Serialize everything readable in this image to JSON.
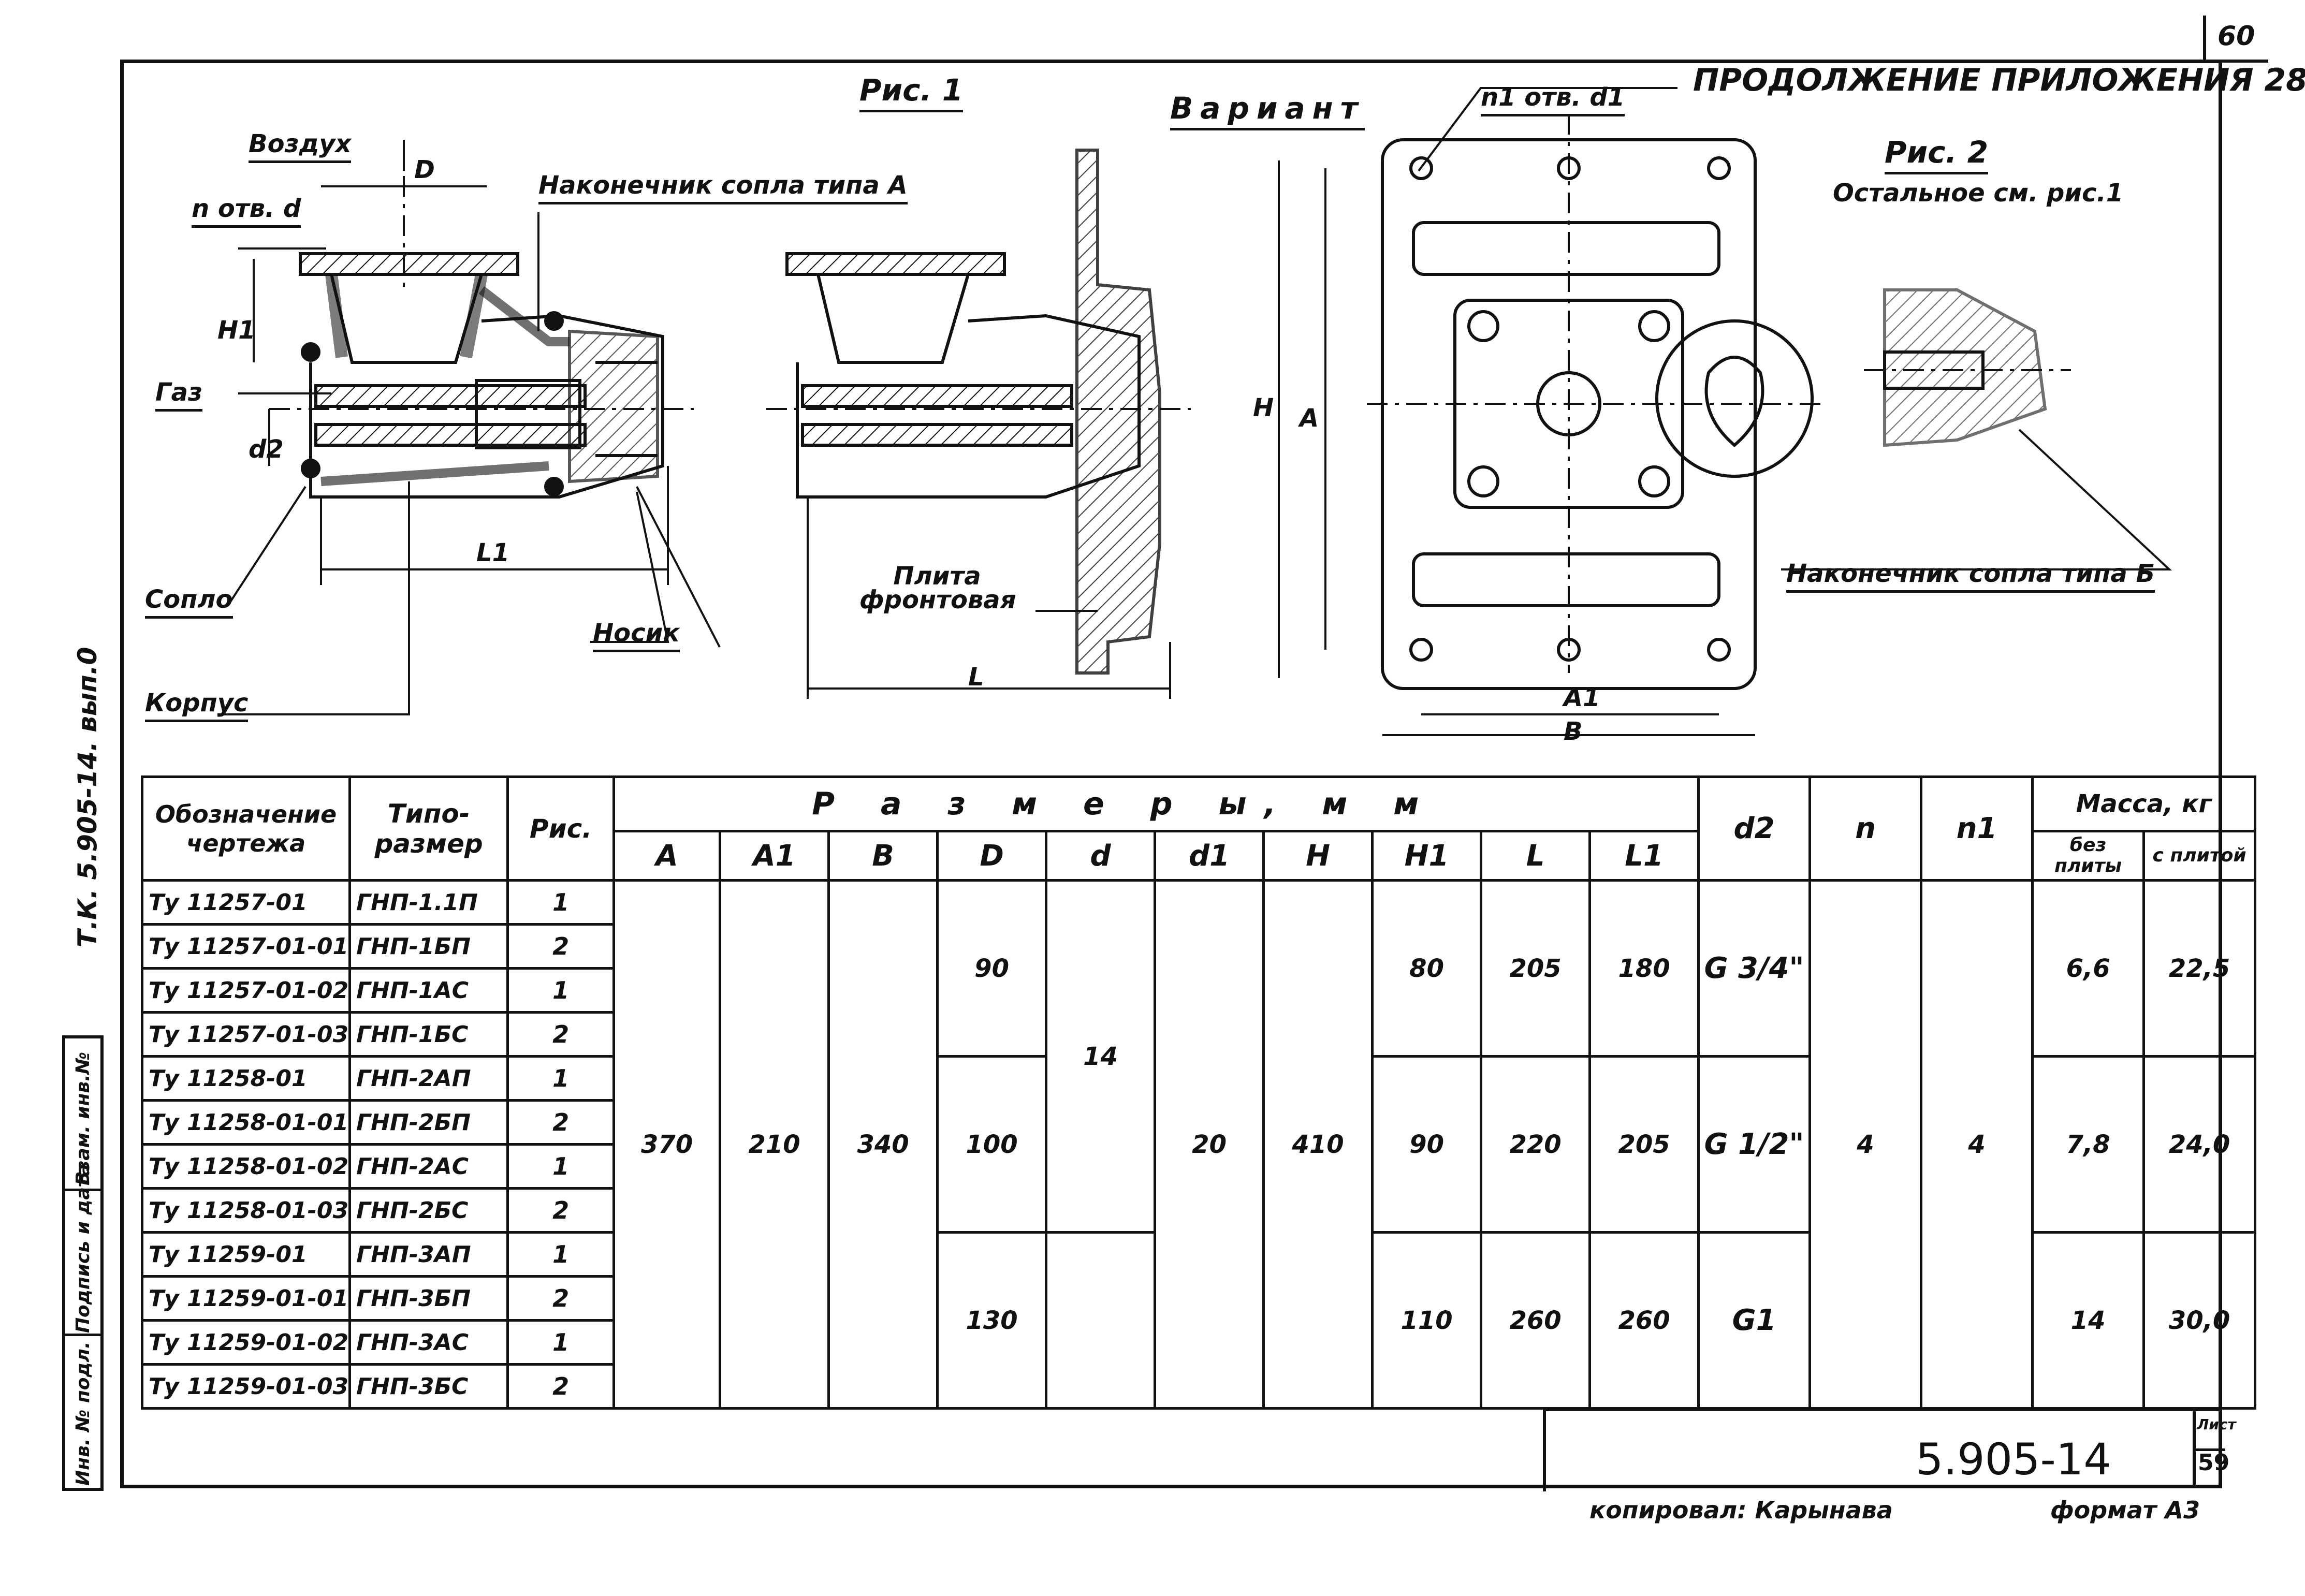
{
  "page": {
    "sheet_number": "60",
    "heading": "ПРОДОЛЖЕНИЕ ПРИЛОЖЕНИЯ 28",
    "side_code": "Т.К. 5.905-14. вып.0",
    "doc_number": "5.905-14",
    "list_label": "Лист",
    "list_number": "59",
    "copied_by": "копировал: Карынава",
    "format": "формат А3"
  },
  "left_stamp": {
    "fields": [
      "Инв. № подл.",
      "Подпись и дата",
      "Взам. инв.№"
    ]
  },
  "figure1": {
    "title": "Рис. 1",
    "labels": {
      "air": "Воздух",
      "D": "D",
      "n_holes": "n отв. d",
      "nozzle_tip": "Наконечник сопла типа А",
      "H1": "H1",
      "gas": "Газ",
      "d2": "d2",
      "L1": "L1",
      "nozzle": "Сопло",
      "spout": "Носик",
      "body": "Корпус"
    }
  },
  "variant": {
    "title": "Вариант",
    "labels": {
      "front_plate": "Плита фронтовая",
      "L": "L",
      "n1_holes": "n1 отв. d1",
      "H": "H",
      "A": "A",
      "A1": "A1",
      "B": "B"
    }
  },
  "figure2": {
    "title": "Рис. 2",
    "note": "Остальное см. рис.1",
    "tip_label": "Наконечник сопла типа Б"
  },
  "table": {
    "headers": {
      "designation": "Обозначение чертежа",
      "typesize": "Типо-размер",
      "fig": "Рис.",
      "dimensions_group": "Р а з м е р ы,    м м",
      "A": "A",
      "A1": "A1",
      "B": "B",
      "D": "D",
      "d": "d",
      "d1": "d1",
      "H": "H",
      "H1": "H1",
      "L": "L",
      "L1": "L1",
      "d2": "d2",
      "n": "n",
      "n1": "n1",
      "mass_group": "Масса,  кг",
      "mass_without": "без плиты",
      "mass_with": "с плитой"
    },
    "rows": [
      {
        "designation": "Ту 11257-01",
        "typesize": "ГНП-1.1П",
        "fig": "1"
      },
      {
        "designation": "Ту 11257-01-01",
        "typesize": "ГНП-1БП",
        "fig": "2"
      },
      {
        "designation": "Ту 11257-01-02",
        "typesize": "ГНП-1АС",
        "fig": "1"
      },
      {
        "designation": "Ту 11257-01-03",
        "typesize": "ГНП-1БС",
        "fig": "2"
      },
      {
        "designation": "Ту 11258-01",
        "typesize": "ГНП-2АП",
        "fig": "1"
      },
      {
        "designation": "Ту 11258-01-01",
        "typesize": "ГНП-2БП",
        "fig": "2"
      },
      {
        "designation": "Ту 11258-01-02",
        "typesize": "ГНП-2АС",
        "fig": "1"
      },
      {
        "designation": "Ту 11258-01-03",
        "typesize": "ГНП-2БС",
        "fig": "2"
      },
      {
        "designation": "Ту 11259-01",
        "typesize": "ГНП-3АП",
        "fig": "1"
      },
      {
        "designation": "Ту 11259-01-01",
        "typesize": "ГНП-3БП",
        "fig": "2"
      },
      {
        "designation": "Ту 11259-01-02",
        "typesize": "ГНП-3АС",
        "fig": "1"
      },
      {
        "designation": "Ту 11259-01-03",
        "typesize": "ГНП-3БС",
        "fig": "2"
      }
    ],
    "common": {
      "A": "370",
      "A1": "210",
      "B": "340",
      "d": "14",
      "d1": "20",
      "H": "410",
      "n": "4",
      "n1": "4"
    },
    "groups": [
      {
        "D": "90",
        "H1": "80",
        "L": "205",
        "L1": "180",
        "d2": "G 3/4\"",
        "mass_without": "6,6",
        "mass_with": "22,5"
      },
      {
        "D": "100",
        "H1": "90",
        "L": "220",
        "L1": "205",
        "d2": "G 1/2\"",
        "mass_without": "7,8",
        "mass_with": "24,0"
      },
      {
        "D": "130",
        "H1": "110",
        "L": "260",
        "L1": "260",
        "d2": "G1",
        "mass_without": "14",
        "mass_with": "30,0"
      }
    ]
  }
}
